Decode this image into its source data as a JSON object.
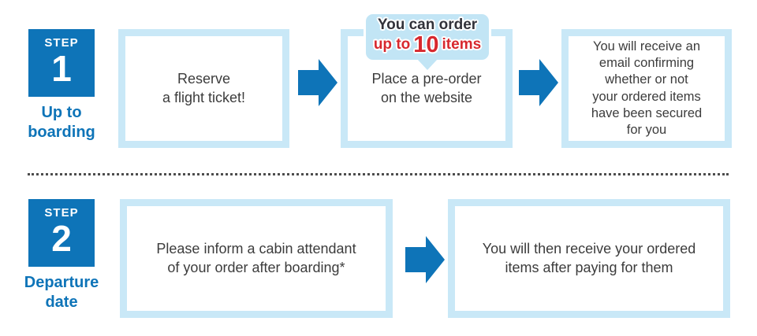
{
  "palette": {
    "blue": "#0e74b8",
    "light_blue_border": "#c9e8f7",
    "callout_fill": "#c2e5f5",
    "red": "#d7282e",
    "text_dark": "#3c3c3c",
    "divider_gray": "#4d4d4d",
    "white": "#ffffff"
  },
  "step1": {
    "badge": {
      "label": "STEP",
      "number": "1"
    },
    "caption": "Up to\nboarding",
    "boxes": [
      {
        "text": "Reserve\na flight ticket!"
      },
      {
        "text": "Place a pre-order\non the website"
      },
      {
        "text": "You will receive an\nemail confirming\nwhether or not\nyour ordered items\nhave been secured\nfor you"
      }
    ],
    "callout": {
      "line1": "You can order",
      "line2_prefix": "up to",
      "line2_number": "10",
      "line2_suffix": "items"
    }
  },
  "step2": {
    "badge": {
      "label": "STEP",
      "number": "2"
    },
    "caption": "Departure\ndate",
    "boxes": [
      {
        "text": "Please inform a cabin attendant\nof your order after boarding*"
      },
      {
        "text": "You will then receive your ordered\nitems after paying for them"
      }
    ]
  }
}
